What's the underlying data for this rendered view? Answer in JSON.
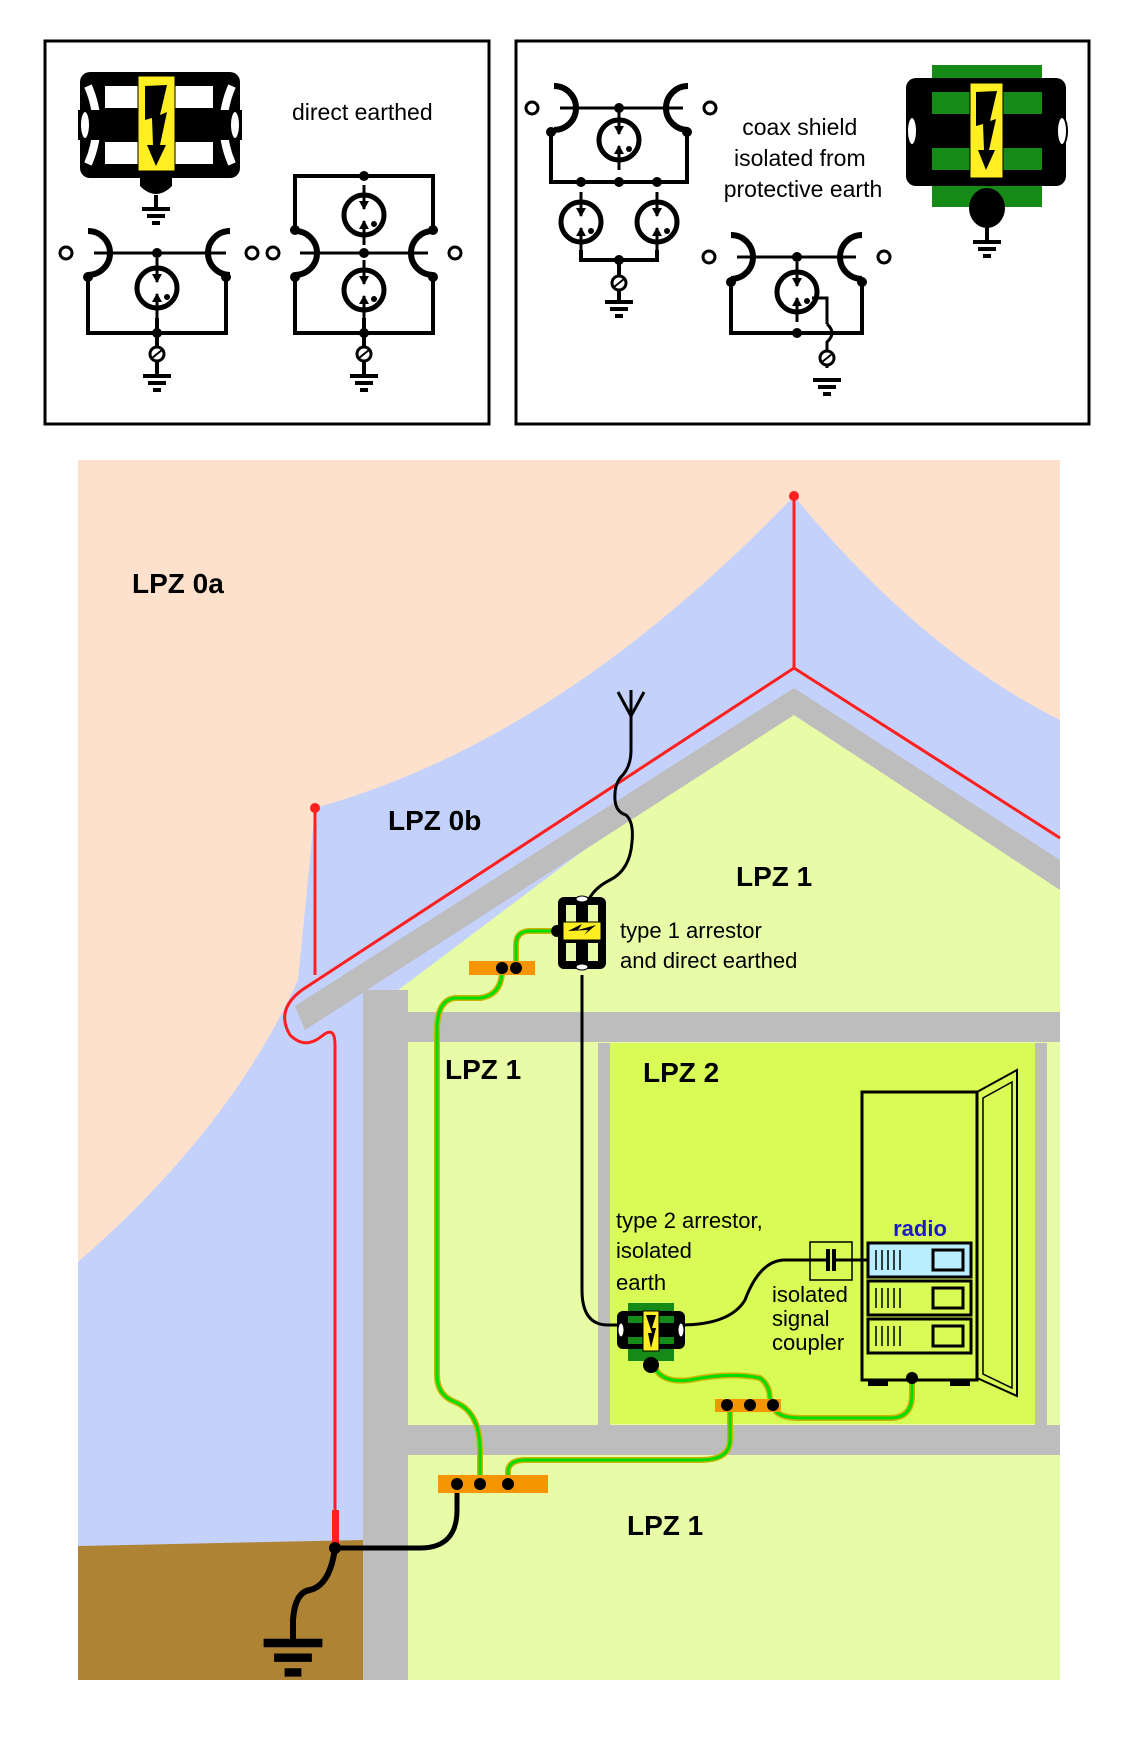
{
  "legend": {
    "left_panel": {
      "caption": "direct earthed"
    },
    "right_panel": {
      "caption_lines": [
        "coax shield",
        "isolated from",
        "protective earth"
      ]
    }
  },
  "scene": {
    "zones": {
      "outside_top": "LPZ 0a",
      "outside_near": "LPZ 0b",
      "attic": "LPZ 1",
      "upper_room_left": "LPZ 1",
      "upper_room_right": "LPZ 2",
      "ground_floor": "LPZ 1"
    },
    "annotations": {
      "type1_lines": [
        "type 1 arrestor",
        "and direct earthed"
      ],
      "type2_lines": [
        "type 2 arrestor,",
        "isolated",
        "earth"
      ],
      "coupler_lines": [
        "isolated",
        "signal",
        "coupler"
      ],
      "radio": "radio"
    },
    "colors": {
      "lpz0a": "#fde1cc",
      "lpz0b": "#c4d2fb",
      "lpz1": "#e8fca8",
      "lpz2": "#d8fb55",
      "wall": "#bdbdbd",
      "soil": "#ae8434",
      "lightning_conductor": "#ff1f1f",
      "bonding_bar": "#f59500",
      "earth_wire_green": "#00dd00",
      "earth_wire_yellow": "#c8b400",
      "arrestor_yellow": "#ffee22",
      "arrestor_green": "#168a16",
      "radio_text": "#1a1acc",
      "radio_panel": "#b8eeff"
    }
  }
}
